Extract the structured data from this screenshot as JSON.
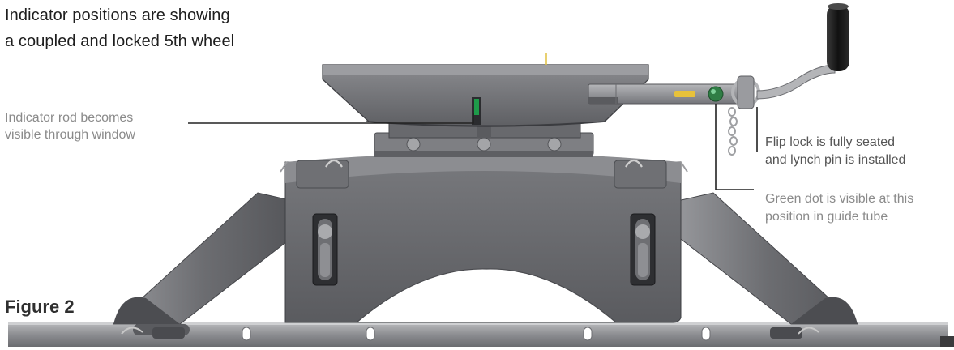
{
  "heading": {
    "line1": "Indicator positions are showing",
    "line2": "a coupled and locked 5th wheel"
  },
  "figure_title": "Figure 2",
  "callouts": {
    "indicator_rod": {
      "line1": "Indicator rod becomes",
      "line2": "visible through window"
    },
    "flip_lock": {
      "line1": "Flip lock is fully seated",
      "line2": "and lynch pin is installed"
    },
    "green_dot": {
      "line1": "Green dot is visible at this",
      "line2": "position in guide tube"
    }
  },
  "colors": {
    "steel_dark": "#5d5d60",
    "steel_mid": "#75767a",
    "steel_light": "#a9a9ad",
    "handle_grip": "#1f1f1f",
    "indicator_green": "#1e9b4a",
    "indicator_yellow": "#e7c23b",
    "text_heading": "#1e1e1e",
    "text_callout": "#8a8a8a"
  }
}
